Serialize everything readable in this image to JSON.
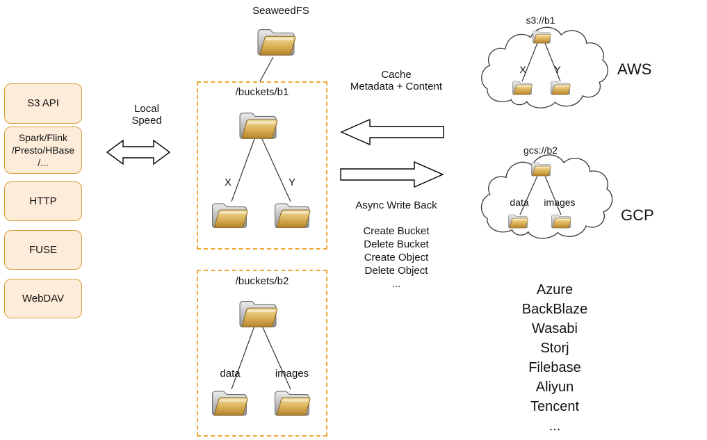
{
  "title": "SeaweedFS",
  "left_panel": {
    "items": [
      "S3 API",
      "Spark/Flink\n/Presto/HBase\n/...",
      "HTTP",
      "FUSE",
      "WebDAV"
    ]
  },
  "local_speed": "Local\nSpeed",
  "buckets": [
    {
      "title": "/buckets/b1",
      "left_child": "X",
      "right_child": "Y"
    },
    {
      "title": "/buckets/b2",
      "left_child": "data",
      "right_child": "images"
    }
  ],
  "sync": {
    "cache": "Cache\nMetadata + Content",
    "write_back": "Async Write Back",
    "operations": [
      "Create Bucket",
      "Delete Bucket",
      "Create Object",
      "Delete Object",
      "..."
    ]
  },
  "clouds": [
    {
      "name": "AWS",
      "bucket": "s3://b1",
      "left_child": "X",
      "right_child": "Y"
    },
    {
      "name": "GCP",
      "bucket": "gcs://b2",
      "left_child": "data",
      "right_child": "images"
    }
  ],
  "other_providers": [
    "Azure",
    "BackBlaze",
    "Wasabi",
    "Storj",
    "Filebase",
    "Aliyun",
    "Tencent",
    "..."
  ],
  "colors": {
    "app_box_fill": "#fdecd9",
    "app_box_border": "#d89c3a",
    "dashed_border": "#efa833",
    "folder_gold": "#d9af54",
    "folder_gray": "#a8a8a8"
  }
}
